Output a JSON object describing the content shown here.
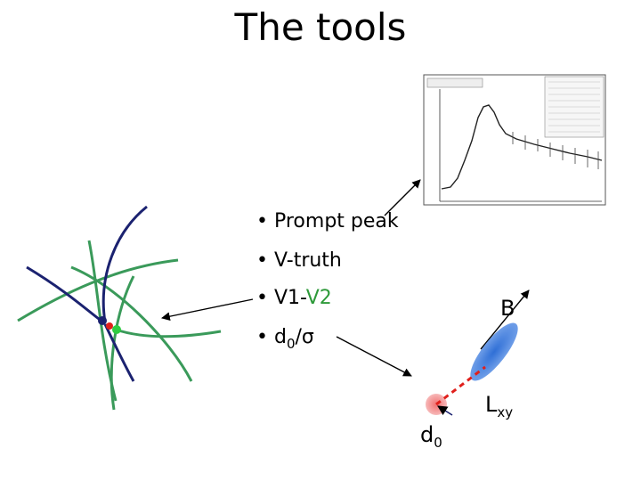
{
  "slide": {
    "title": "The tools"
  },
  "bullets": [
    {
      "prefix": "• ",
      "text": "Prompt peak"
    },
    {
      "prefix": "• ",
      "v": "V",
      "rest": "-truth"
    },
    {
      "prefix": "• ",
      "v1": "V1-",
      "v2": "V2"
    },
    {
      "prefix": "• ",
      "d": "d",
      "sub": "0",
      "rest": "/σ"
    }
  ],
  "labels": {
    "B": "B",
    "lxy_main": "L",
    "lxy_sub": "xy",
    "d0_main": "d",
    "d0_sub": "0"
  },
  "colors": {
    "track_green": "#3a9a5a",
    "track_navy": "#1b2270",
    "vertex_red": "#e0201c",
    "vertex_green": "#2ecc40",
    "ellipse_blue": "#2f6fd6",
    "blob_red": "#e84040"
  }
}
